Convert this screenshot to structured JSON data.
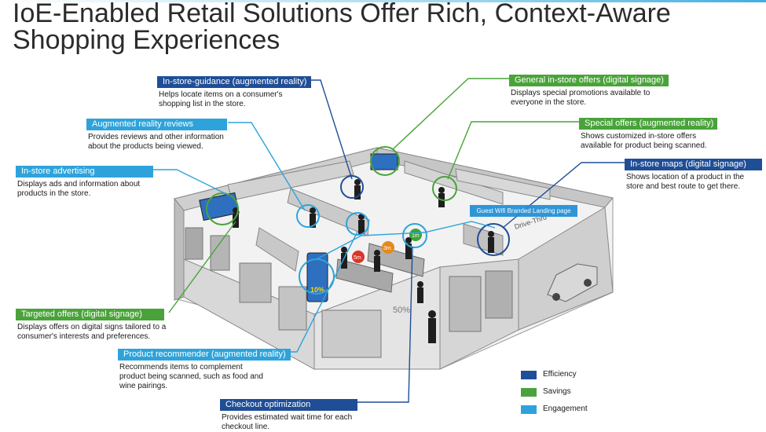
{
  "title": "IoE-Enabled Retail Solutions Offer Rich, Context-Aware Shopping Experiences",
  "callouts": {
    "instore_guidance": {
      "label": "In-store-guidance (augmented reality)",
      "desc": "Helps locate items on a consumer's shopping list in the store."
    },
    "ar_reviews": {
      "label": "Augmented reality reviews",
      "desc": "Provides reviews and other information about the products being viewed."
    },
    "instore_advertising": {
      "label": "In-store advertising",
      "desc": "Displays ads and information about products in the store."
    },
    "targeted_offers": {
      "label": "Targeted offers (digital signage)",
      "desc": "Displays offers on digital signs tailored to a consumer's interests and preferences."
    },
    "product_recommender": {
      "label": "Product  recommender (augmented reality)",
      "desc": "Recommends items to complement product being scanned, such as food and wine pairings."
    },
    "checkout_optimization": {
      "label": "Checkout optimization",
      "desc": "Provides estimated wait time for each checkout line."
    },
    "general_offers": {
      "label": "General in-store offers (digital signage)",
      "desc": "Displays special promotions available to everyone in the store."
    },
    "special_offers": {
      "label": "Special offers (augmented reality)",
      "desc": "Shows customized in-store offers available for product being scanned."
    },
    "instore_maps": {
      "label": "In-store maps (digital signage)",
      "desc": "Shows location of a product in the store and best route to get there."
    }
  },
  "legend": {
    "items": [
      {
        "label": "Efficiency",
        "color": "#1f4e96"
      },
      {
        "label": "Savings",
        "color": "#4aa33a"
      },
      {
        "label": "Engagement",
        "color": "#2ea3db"
      }
    ]
  },
  "illustration": {
    "sign_discount": "10%",
    "wall_discount": "50%",
    "wait_times": [
      "5m",
      "3m",
      "1m"
    ],
    "drive_thru": "Drive-Thru",
    "overlay": "Guest Wifi Branded Landing page"
  },
  "colors": {
    "efficiency": "#1f4e96",
    "savings": "#4aa33a",
    "engagement": "#2ea3db"
  }
}
